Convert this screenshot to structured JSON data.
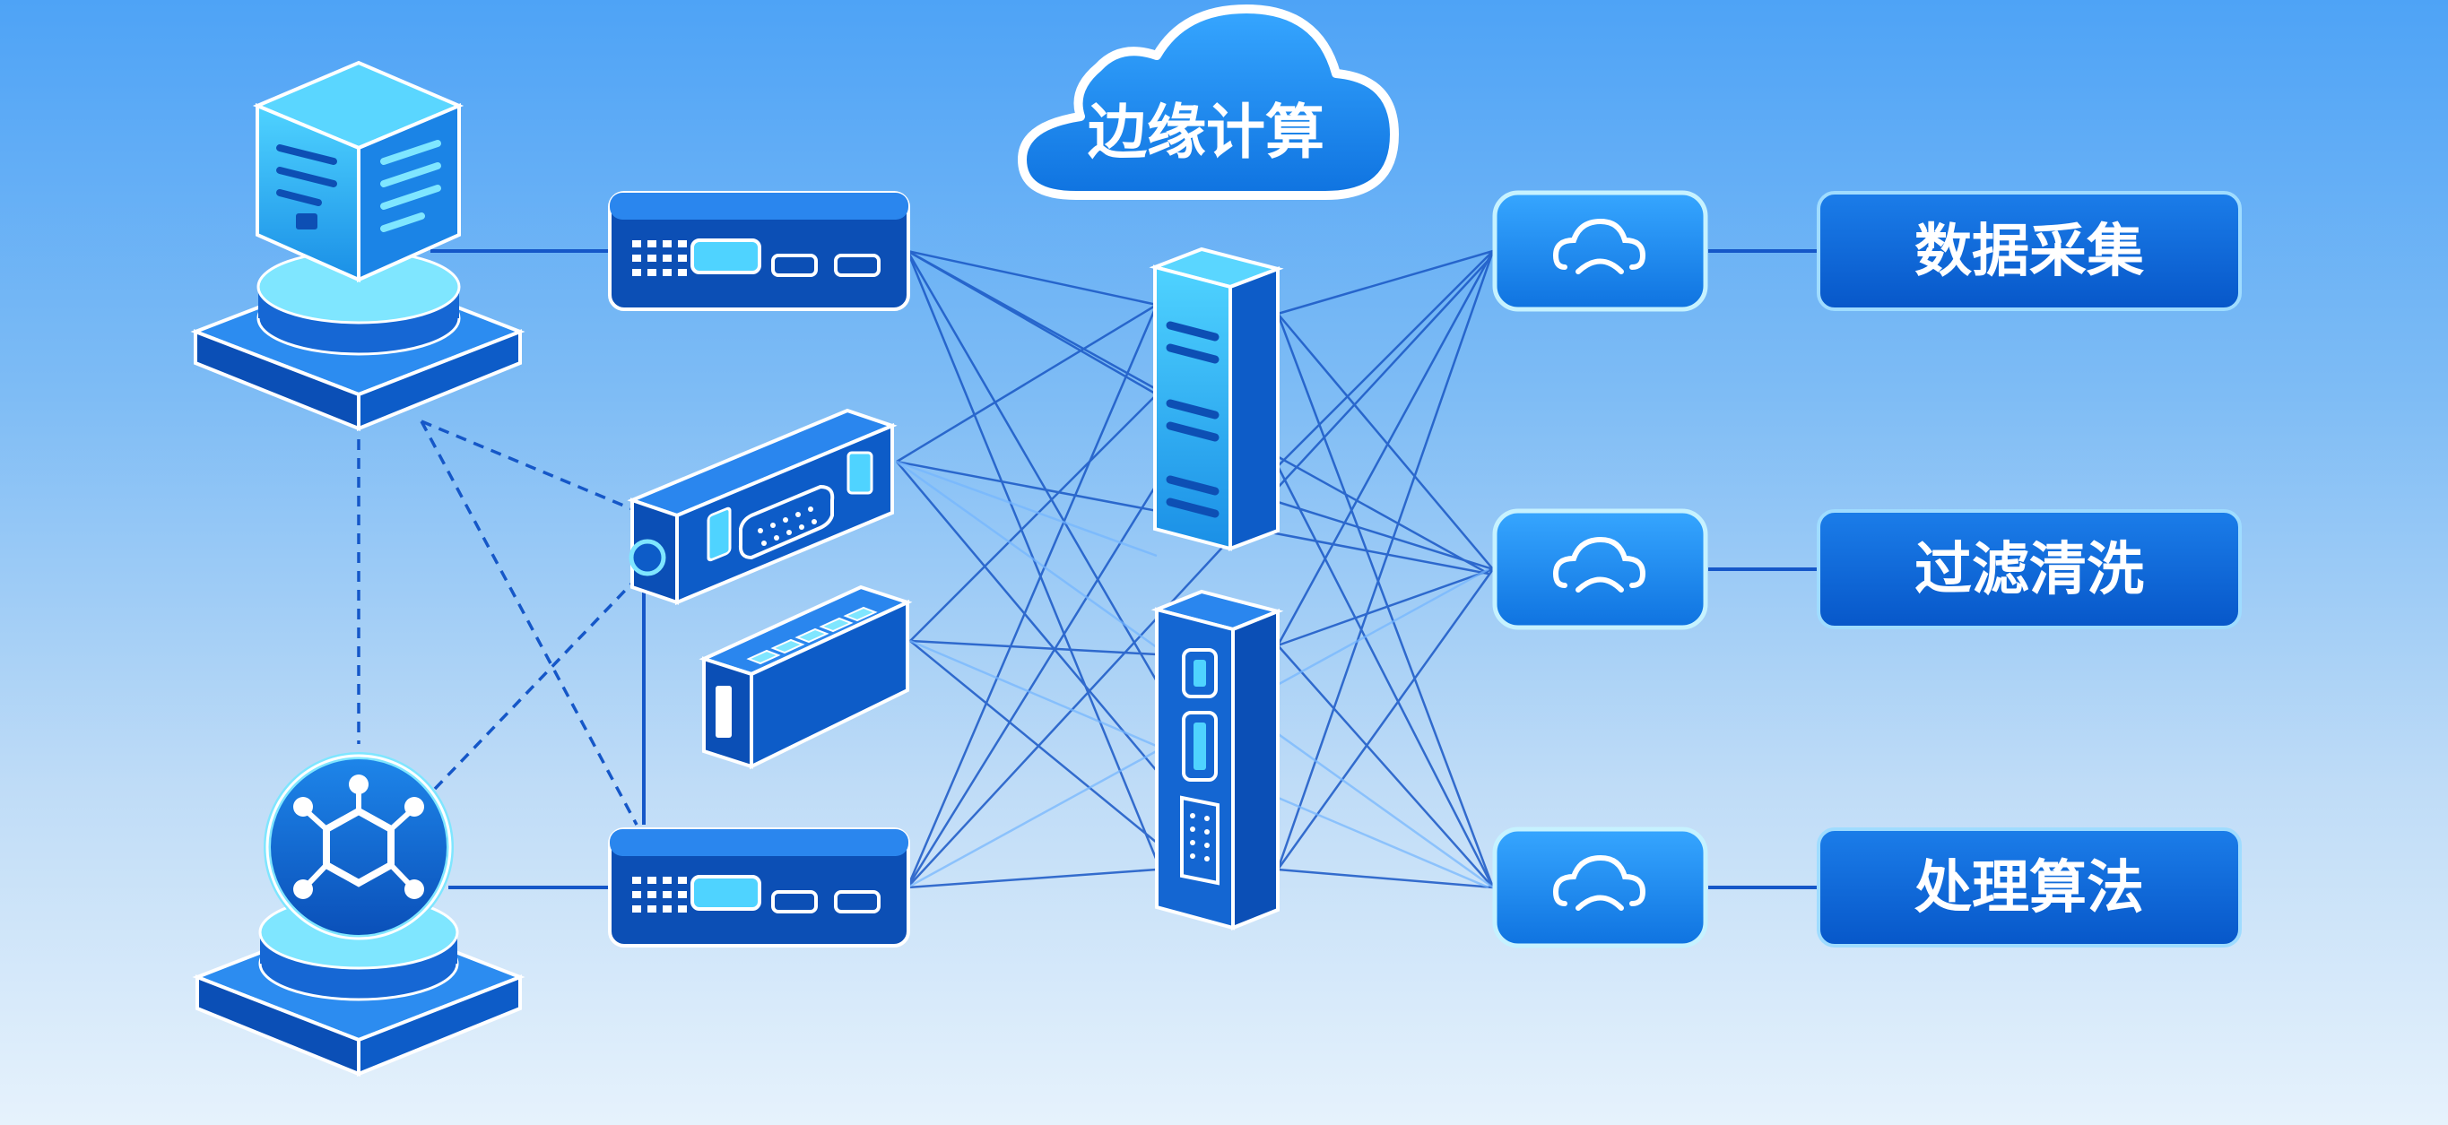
{
  "cloud_title": "边缘计算",
  "pipeline_labels": [
    "数据采集",
    "过滤清洗",
    "处理算法"
  ],
  "icons": {
    "server": "server-cube-icon",
    "hub": "hub-network-icon",
    "router": "router-icon",
    "switch": "network-switch-icon",
    "rack": "server-rack-icon",
    "cloud_node": "cloud-icon"
  },
  "colors": {
    "accent": "#0b64d4",
    "glow": "#5ad6ff",
    "outline": "#ffffff",
    "line": "#1557c8"
  }
}
